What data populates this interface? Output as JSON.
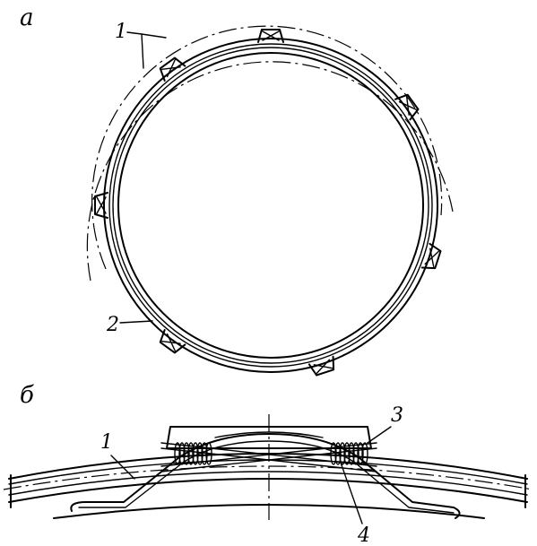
{
  "figure": {
    "part_a": {
      "label": "а",
      "callouts": [
        "1",
        "2"
      ]
    },
    "part_b": {
      "label": "б",
      "callouts": [
        "1",
        "3",
        "4"
      ]
    }
  }
}
